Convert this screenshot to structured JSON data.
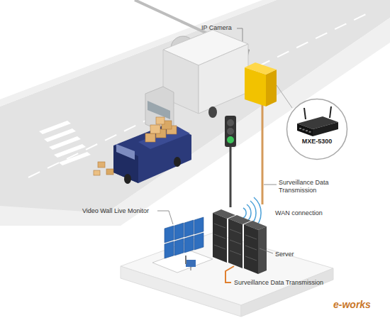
{
  "diagram": {
    "nodes": [
      {
        "text": [
          "MXE-5300"
        ]
      }
    ],
    "labels": [
      "IP Camera",
      "Surveillance Data Transmission",
      "WAN connection",
      "Video Wall Live Monitor",
      "Server",
      "Surveillance Data Transmission",
      "e-works"
    ]
  }
}
